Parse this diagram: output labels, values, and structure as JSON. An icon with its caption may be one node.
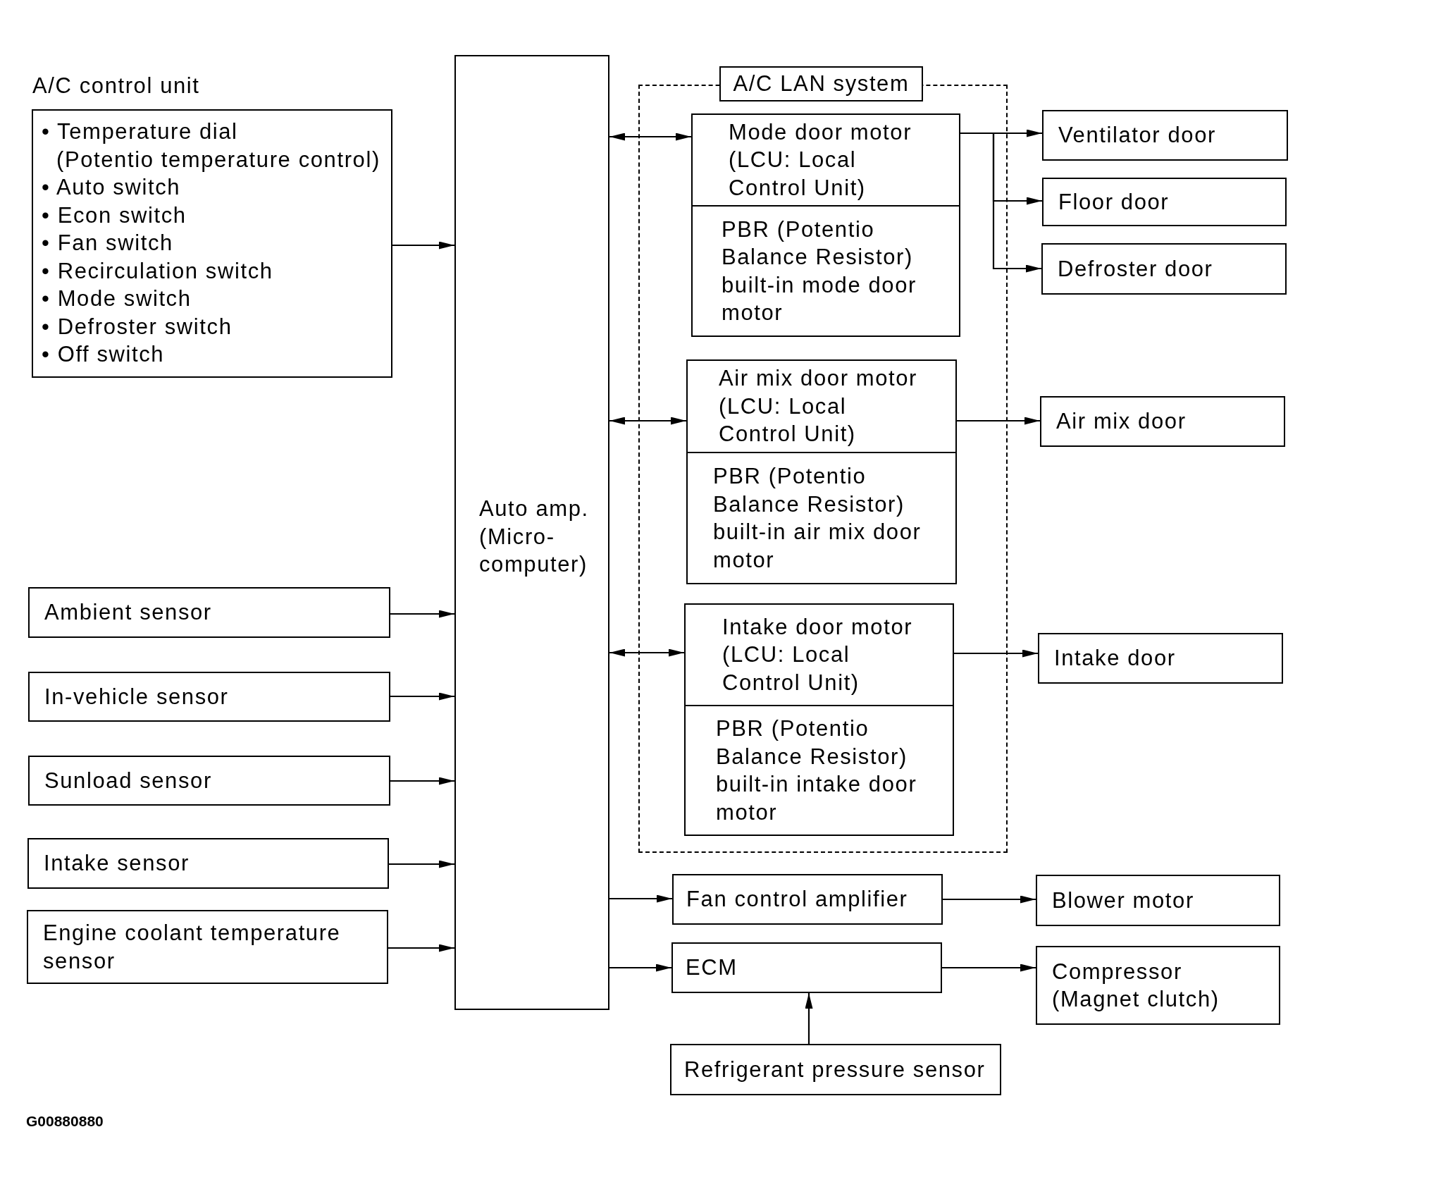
{
  "diagram": {
    "nodes": [
      {
        "text": [
          "A/C control unit",
          "• Temperature dial (Potentio temperature control)",
          "• Auto switch",
          "• Econ switch",
          "• Fan switch",
          "• Recirculation switch",
          "• Mode switch",
          "• Defroster switch",
          "• Off switch"
        ]
      },
      {
        "text": [
          "Ambient sensor"
        ]
      },
      {
        "text": [
          "In-vehicle sensor"
        ]
      },
      {
        "text": [
          "Sunload sensor"
        ]
      },
      {
        "text": [
          "Intake sensor"
        ]
      },
      {
        "text": [
          "Engine coolant temperature sensor"
        ]
      },
      {
        "text": [
          "Auto amp. (Micro-computer)"
        ]
      },
      {
        "text": [
          "A/C LAN system"
        ]
      },
      {
        "text": [
          "Mode door motor (LCU: Local Control Unit)",
          "PBR (Potentio Balance Resistor) built-in mode door motor"
        ],
        "in": 7
      },
      {
        "text": [
          "Air mix door motor (LCU: Local Control Unit)",
          "PBR (Potentio Balance Resistor) built-in air mix door motor"
        ],
        "in": 7
      },
      {
        "text": [
          "Intake door motor (LCU: Local Control Unit)",
          "PBR (Potentio Balance Resistor) built-in intake door motor"
        ],
        "in": 7
      },
      {
        "text": [
          "Ventilator door"
        ]
      },
      {
        "text": [
          "Floor door"
        ]
      },
      {
        "text": [
          "Defroster door"
        ]
      },
      {
        "text": [
          "Air mix door"
        ]
      },
      {
        "text": [
          "Intake door"
        ]
      },
      {
        "text": [
          "Fan control amplifier"
        ]
      },
      {
        "text": [
          "ECM"
        ]
      },
      {
        "text": [
          "Refrigerant pressure sensor"
        ]
      },
      {
        "text": [
          "Blower motor"
        ]
      },
      {
        "text": [
          "Compressor (Magnet clutch)"
        ]
      }
    ],
    "edges": [
      {
        "from": 0,
        "to": 6,
        "arrow": "to"
      },
      {
        "from": 1,
        "to": 6,
        "arrow": "to"
      },
      {
        "from": 2,
        "to": 6,
        "arrow": "to"
      },
      {
        "from": 3,
        "to": 6,
        "arrow": "to"
      },
      {
        "from": 4,
        "to": 6,
        "arrow": "to"
      },
      {
        "from": 5,
        "to": 6,
        "arrow": "to"
      },
      {
        "from": 6,
        "to": 8,
        "arrow": "both"
      },
      {
        "from": 6,
        "to": 9,
        "arrow": "both"
      },
      {
        "from": 6,
        "to": 10,
        "arrow": "both"
      },
      {
        "from": 8,
        "to": 11,
        "arrow": "to"
      },
      {
        "from": 8,
        "to": 12,
        "arrow": "to"
      },
      {
        "from": 8,
        "to": 13,
        "arrow": "to"
      },
      {
        "from": 9,
        "to": 14,
        "arrow": "to"
      },
      {
        "from": 10,
        "to": 15,
        "arrow": "to"
      },
      {
        "from": 6,
        "to": 16,
        "arrow": "to"
      },
      {
        "from": 6,
        "to": 17,
        "arrow": "to"
      },
      {
        "from": 16,
        "to": 19,
        "arrow": "to"
      },
      {
        "from": 17,
        "to": 20,
        "arrow": "to"
      },
      {
        "from": 18,
        "to": 17,
        "arrow": "to"
      }
    ],
    "labels": [
      "G00880880"
    ]
  }
}
